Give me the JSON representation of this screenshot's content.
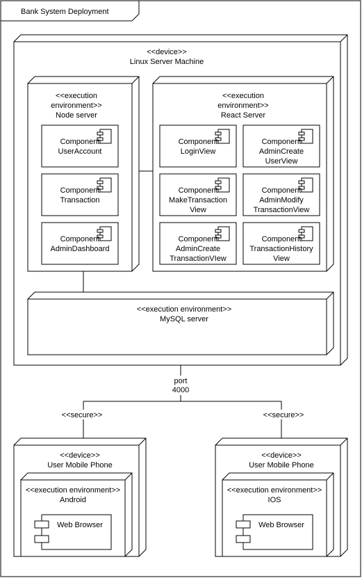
{
  "frame": {
    "title": "Bank System Deployment"
  },
  "server": {
    "stereotype": "<<device>>",
    "name": "Linux Server Machine",
    "node_env": {
      "stereotype_line1": "<<execution",
      "stereotype_line2": "environment>>",
      "name": "Node server",
      "components": [
        {
          "keyword": "Component",
          "name": [
            "UserAccount"
          ]
        },
        {
          "keyword": "Component",
          "name": [
            "Transaction"
          ]
        },
        {
          "keyword": "Component",
          "name": [
            "AdminDashboard"
          ]
        }
      ]
    },
    "react_env": {
      "stereotype_line1": "<<execution",
      "stereotype_line2": "environment>>",
      "name": "React Server",
      "components": [
        {
          "keyword": "Component",
          "name": [
            "LoginView"
          ]
        },
        {
          "keyword": "Component",
          "name": [
            "AdminCreate",
            "UserView"
          ]
        },
        {
          "keyword": "Component",
          "name": [
            "MakeTransaction",
            "View"
          ]
        },
        {
          "keyword": "Component",
          "name": [
            "AdminModify",
            "TransactionView"
          ]
        },
        {
          "keyword": "Component",
          "name": [
            "AdminCreate",
            "TransactionVIew"
          ]
        },
        {
          "keyword": "Component",
          "name": [
            "TransactionHistory",
            "View"
          ]
        }
      ]
    },
    "mysql": {
      "stereotype": "<<execution environment>>",
      "name": "MySQL server"
    }
  },
  "port": {
    "line1": "port",
    "line2": "4000"
  },
  "links": {
    "left_label": "<<secure>>",
    "right_label": "<<secure>>"
  },
  "phones": [
    {
      "stereotype": "<<device>>",
      "name": "User Mobile Phone",
      "env_stereotype": "<<execution environment>>",
      "env_name": "Android",
      "component": "Web Browser"
    },
    {
      "stereotype": "<<device>>",
      "name": "User Mobile Phone",
      "env_stereotype": "<<execution environment>>",
      "env_name": "IOS",
      "component": "Web Browser"
    }
  ]
}
